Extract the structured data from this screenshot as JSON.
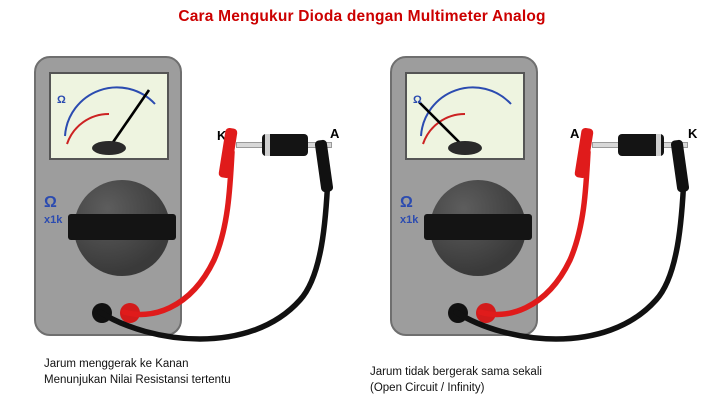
{
  "title": "Cara Mengukur Dioda  dengan Multimeter Analog",
  "colors": {
    "title_red": "#cc0000",
    "meter_body": "#9d9d9d",
    "screen": "#eef4e0",
    "ohm_blue": "#2b4bb0",
    "probe_red": "#e01b1b",
    "probe_black": "#111111",
    "diode_body": "#141414",
    "scale_red": "#cc2222",
    "scale_blue": "#2b4bb0"
  },
  "meters": [
    {
      "id": "left",
      "ohm_symbol": "Ω",
      "range_symbol": "Ω",
      "range_label": "x1k",
      "needle_state": "deflected-right",
      "diode": {
        "left_terminal": "K",
        "right_terminal": "A",
        "band_side": "left"
      },
      "caption_lines": [
        "Jarum menggerak ke Kanan",
        "Menunjukan Nilai Resistansi tertentu"
      ]
    },
    {
      "id": "right",
      "ohm_symbol": "Ω",
      "range_symbol": "Ω",
      "range_label": "x1k",
      "needle_state": "no-deflection",
      "diode": {
        "left_terminal": "A",
        "right_terminal": "K",
        "band_side": "right"
      },
      "caption_lines": [
        "Jarum tidak bergerak sama sekali",
        "(Open Circuit / Infinity)"
      ]
    }
  ]
}
